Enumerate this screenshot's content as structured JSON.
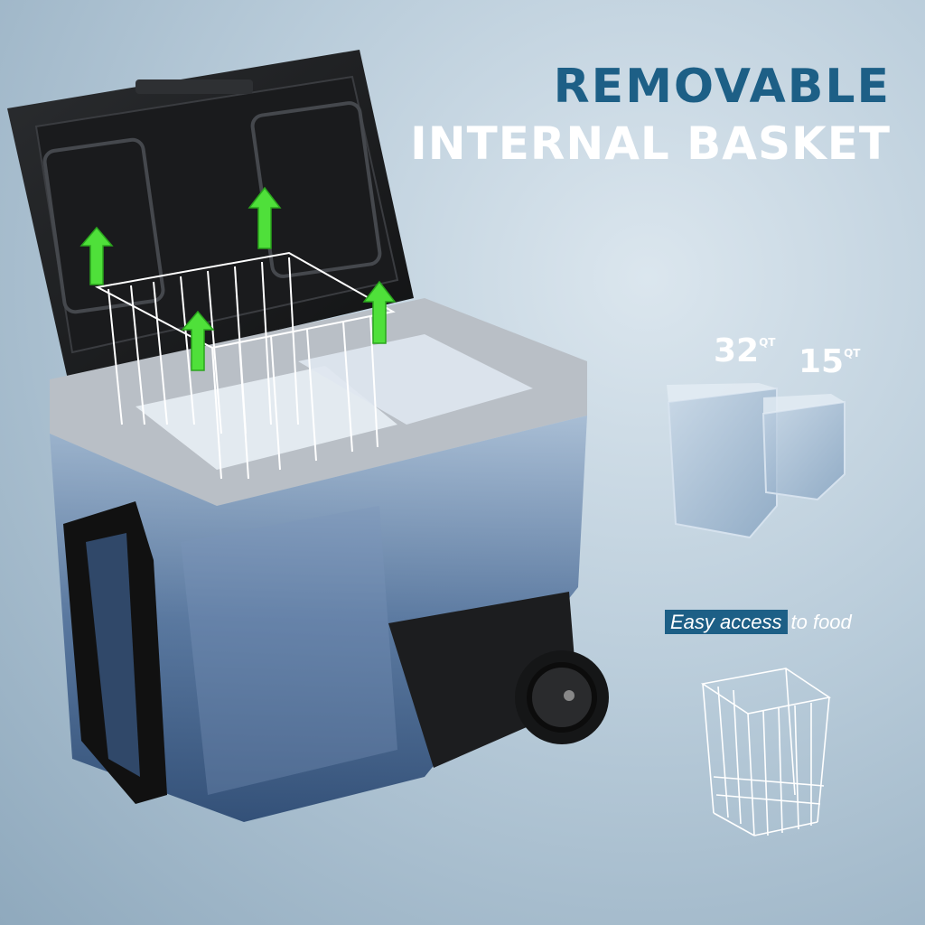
{
  "headline": {
    "line1": "REMOVABLE",
    "line2": "INTERNAL BASKET"
  },
  "capacities": [
    {
      "number": "32",
      "unit": "QT"
    },
    {
      "number": "15",
      "unit": "QT"
    }
  ],
  "access": {
    "highlight": "Easy access",
    "rest": "to food"
  },
  "colors": {
    "accent": "#1d5f86",
    "arrow": "#4fe03a",
    "body": "#5f7fa8"
  }
}
